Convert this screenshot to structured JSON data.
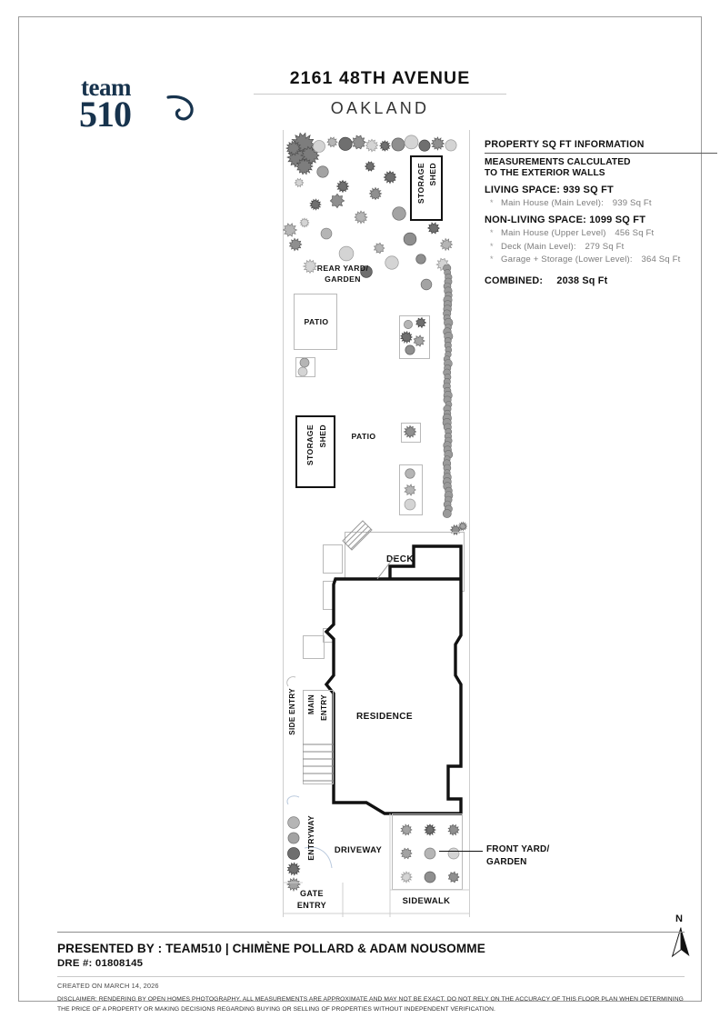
{
  "brand": {
    "logo_line1": "team",
    "logo_line2": "510"
  },
  "header": {
    "address": "2161 48TH AVENUE",
    "city": "OAKLAND"
  },
  "info_panel": {
    "heading": "PROPERTY SQ FT INFORMATION",
    "subnote_line1": "MEASUREMENTS CALCULATED",
    "subnote_line2": "TO THE EXTERIOR WALLS",
    "living_heading": "LIVING SPACE: 939 SQ FT",
    "living_items": [
      {
        "label": "Main House (Main Level):",
        "value": "939 Sq Ft"
      }
    ],
    "nonliving_heading": "NON-LIVING SPACE: 1099 SQ FT",
    "nonliving_items": [
      {
        "label": "Main House (Upper Level)",
        "value": "456 Sq Ft"
      },
      {
        "label": "Deck (Main Level):",
        "value": "279 Sq Ft"
      },
      {
        "label": "Garage + Storage (Lower Level):",
        "value": "364 Sq Ft"
      }
    ],
    "combined_label": "COMBINED:",
    "combined_value": "2038  Sq Ft",
    "bullet_glyph": "*"
  },
  "plan": {
    "labels": {
      "rear_yard": "REAR YARD/\nGARDEN",
      "rear_yard_l1": "REAR YARD/",
      "rear_yard_l2": "GARDEN",
      "storage_shed_top": "STORAGE\nSHED",
      "storage_shed_top_l1": "STORAGE",
      "storage_shed_top_l2": "SHED",
      "storage_shed_mid_l1": "STORAGE",
      "storage_shed_mid_l2": "SHED",
      "patio_upper": "PATIO",
      "patio_lower": "PATIO",
      "deck": "DECK",
      "residence": "RESIDENCE",
      "side_entry": "SIDE ENTRY",
      "main_entry": "MAIN ENTRY",
      "entryway": "ENTRYWAY",
      "driveway": "DRIVEWAY",
      "gate_entry_l1": "GATE",
      "gate_entry_l2": "ENTRY",
      "sidewalk": "SIDEWALK",
      "front_yard_l1": "FRONT YARD/",
      "front_yard_l2": "GARDEN"
    }
  },
  "compass": {
    "north_label": "N"
  },
  "footer": {
    "presented_by": "PRESENTED BY : TEAM510 | CHIMÈNE POLLARD & ADAM NOUSOMME",
    "dre": "DRE #: 01808145",
    "created": "CREATED ON MARCH 14, 2026",
    "disclaimer": "DISCLAIMER: RENDERING BY OPEN HOMES PHOTOGRAPHY. ALL MEASUREMENTS ARE APPROXIMATE AND MAY NOT BE EXACT. DO NOT RELY ON THE ACCURACY OF THIS FLOOR PLAN WHEN DETERMINING THE PRICE OF A PROPERTY OR MAKING DECISIONS REGARDING BUYING OR SELLING OF PROPERTIES WITHOUT INDEPENDENT VERIFICATION."
  },
  "colors": {
    "brand_navy": "#17334d",
    "ink": "#111111",
    "muted": "#7d7d7d",
    "border": "#9b9b9b"
  }
}
